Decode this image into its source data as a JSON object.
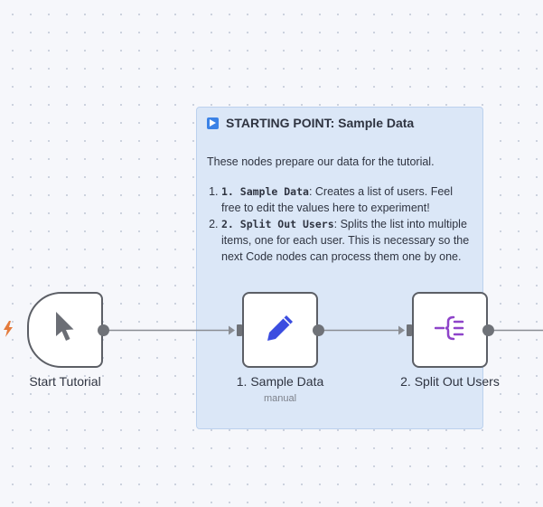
{
  "sticky_note": {
    "title": "STARTING POINT: Sample Data",
    "intro": "These nodes prepare our data for the tutorial.",
    "items": [
      {
        "code": "1. Sample Data",
        "text": ": Creates a list of users. Feel free to edit the values here to experiment!"
      },
      {
        "code": "2. Split Out Users",
        "text": ": Splits the list into multiple items, one for each user. This is necessary so the next Code nodes can process them one by one."
      }
    ]
  },
  "nodes": [
    {
      "label": "Start Tutorial",
      "icon": "cursor-icon",
      "icon_color": "#6b6e75",
      "type": "trigger"
    },
    {
      "label": "1. Sample Data",
      "sublabel": "manual",
      "icon": "pencil-icon",
      "icon_color": "#3b4de0"
    },
    {
      "label": "2. Split Out Users",
      "icon": "split-icon",
      "icon_color": "#8e44c9"
    }
  ],
  "colors": {
    "canvas": "#f6f7fb",
    "sticky_bg": "#dbe7f7",
    "edge": "#6f7278",
    "trigger_bolt": "#e47b3c"
  }
}
